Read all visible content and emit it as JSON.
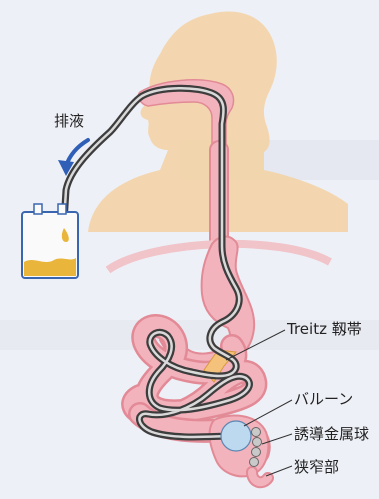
{
  "labels": {
    "drainage": "排液",
    "treitz": "Treitz 靱帯",
    "balloon": "バルーン",
    "guide_ball": "誘導金属球",
    "stenosis": "狭窄部"
  },
  "colors": {
    "background": "#eef0f7",
    "skin": "#f4cf9c",
    "mucosa": "#f3b3bd",
    "gut_outline": "#e28a96",
    "tube": "#3d3d3d",
    "tube_core": "#d9d9d9",
    "balloon": "#bcd9f0",
    "fluid": "#e9b53a",
    "arrow": "#2f5fb7"
  },
  "icons": {
    "drain_arrow": "curved-arrow-icon",
    "collection_bag": "drainage-bag-icon"
  }
}
